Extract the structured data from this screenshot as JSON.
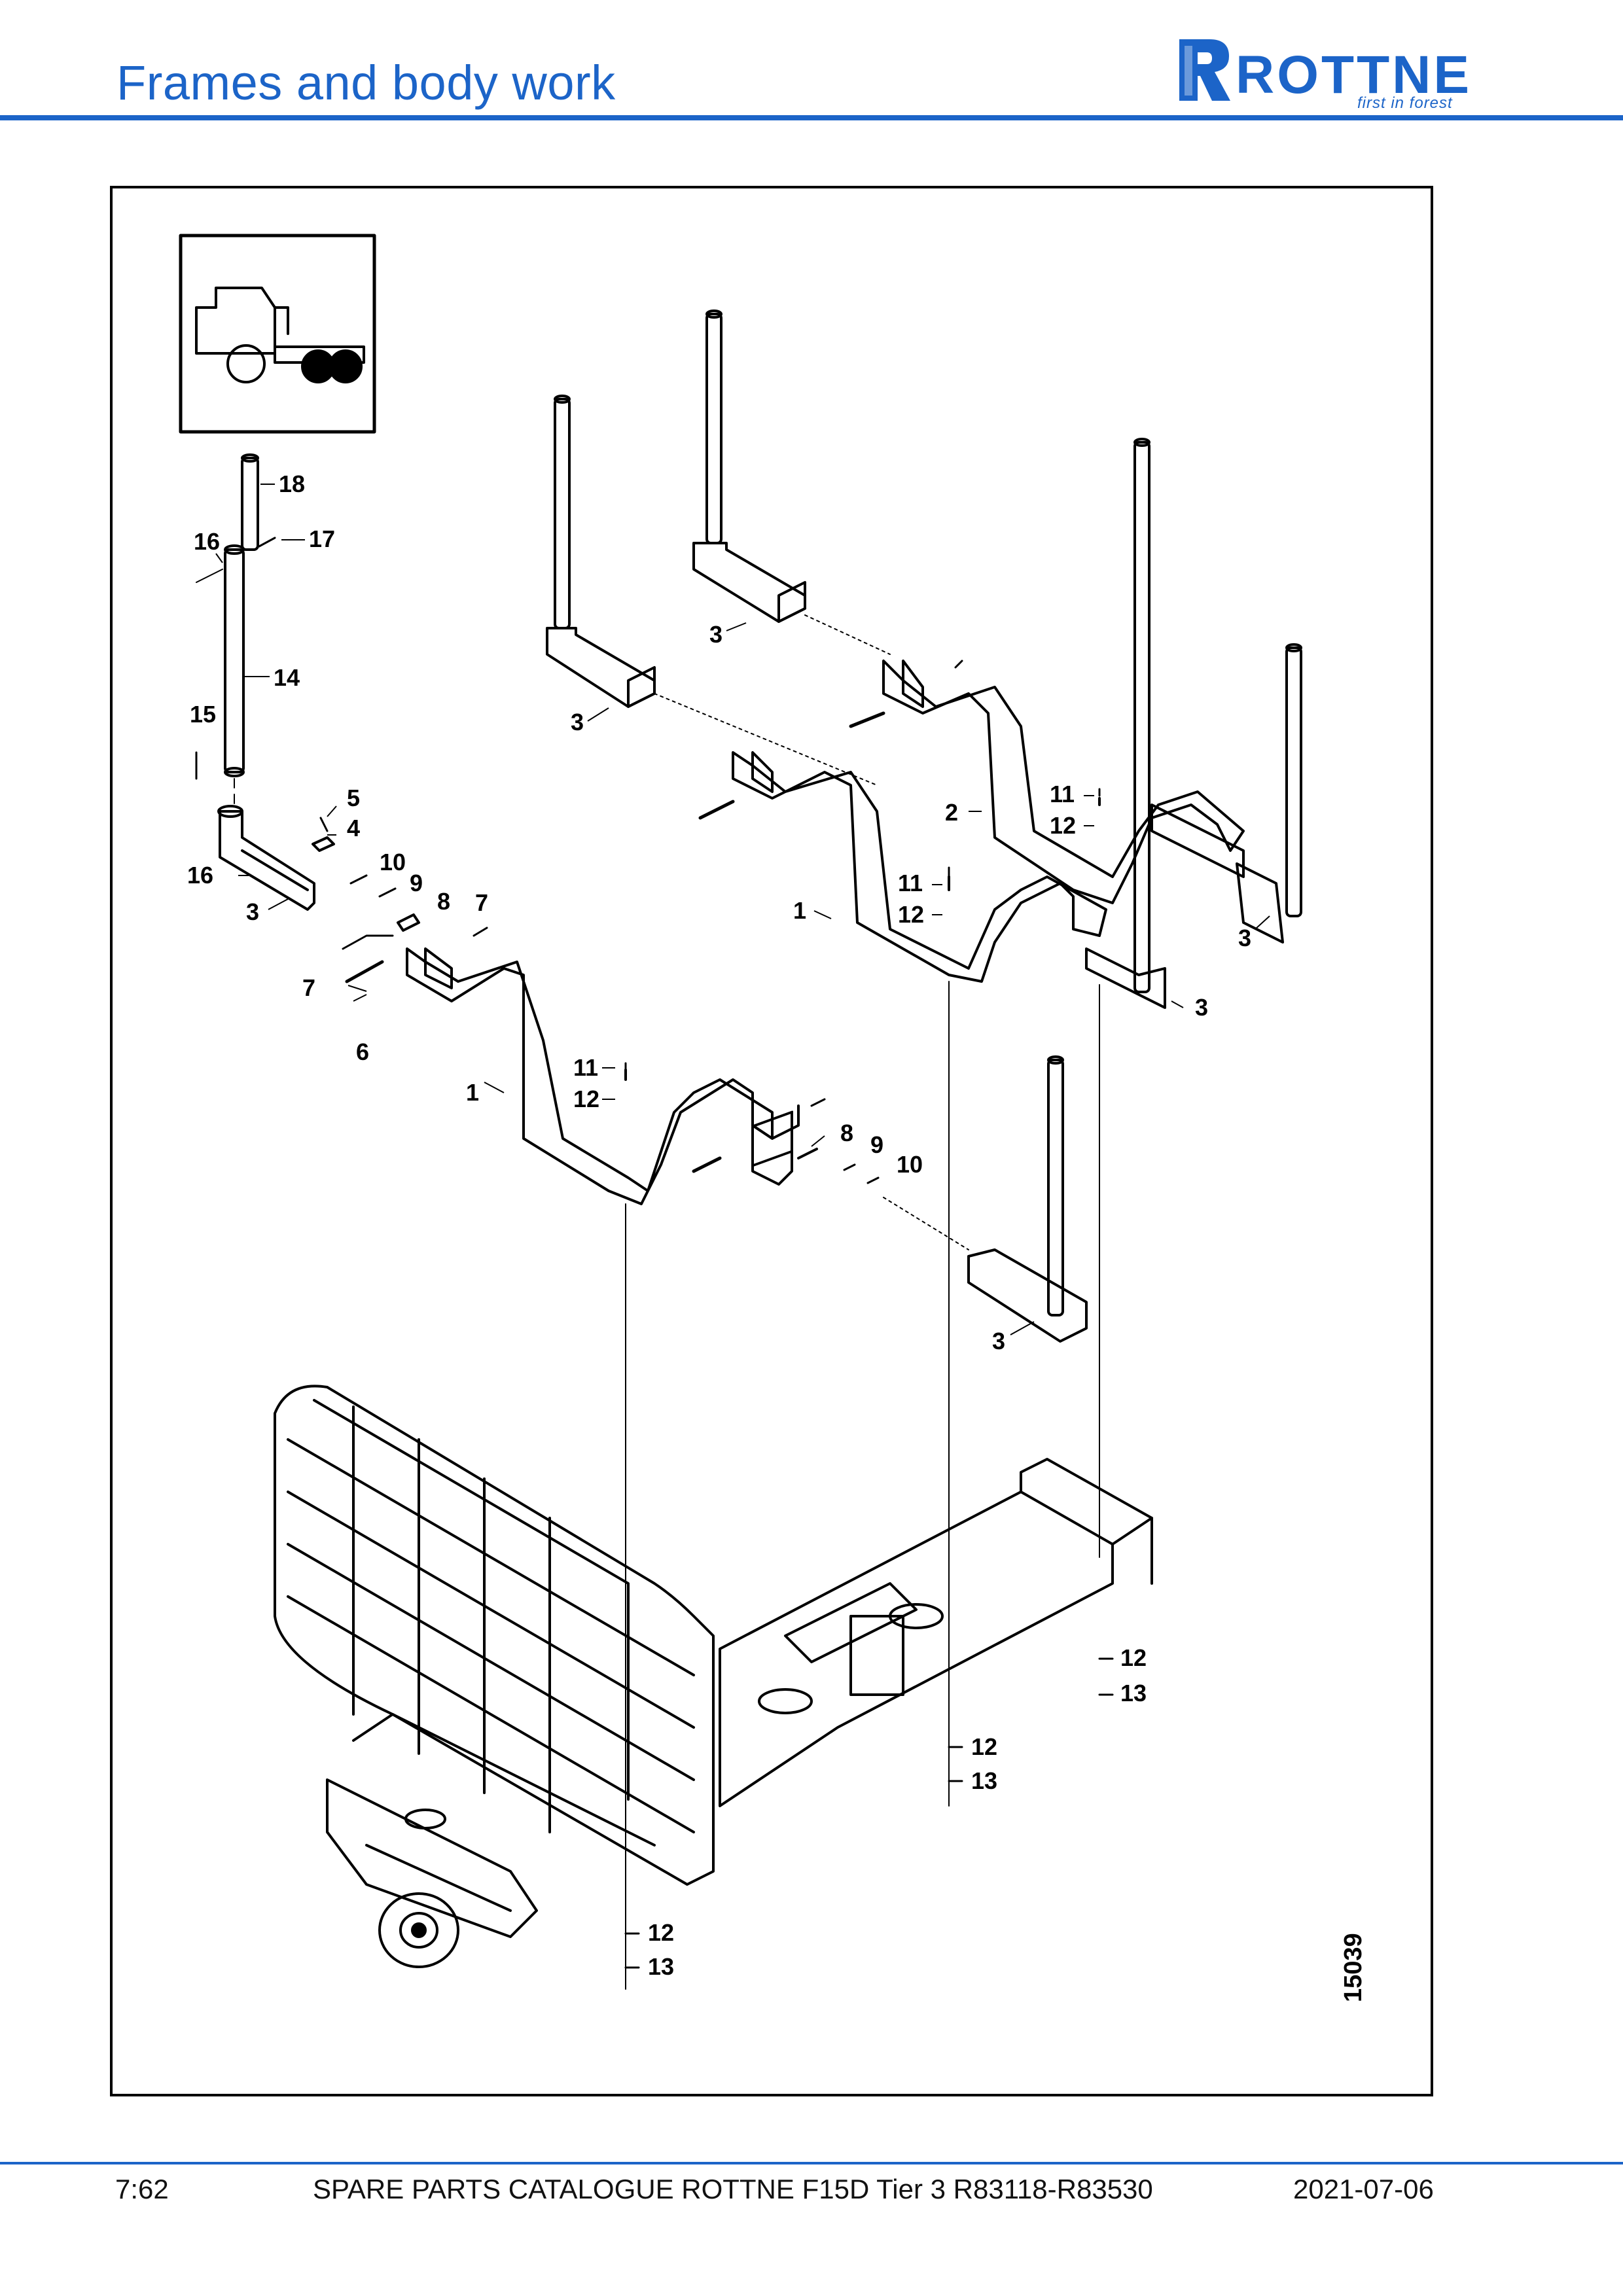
{
  "header": {
    "title": "Frames and body work"
  },
  "logo": {
    "wordmark": "ROTTNE",
    "tagline": "first in forest",
    "color": "#1c64c8"
  },
  "diagram": {
    "figure_number": "15039",
    "callouts": {
      "c18": "18",
      "c17": "17",
      "c16a": "16",
      "c14": "14",
      "c15": "15",
      "c16b": "16",
      "c5": "5",
      "c4": "4",
      "c3a": "3",
      "c10a": "10",
      "c9a": "9",
      "c8a": "8",
      "c7a": "7",
      "c7b": "7",
      "c6": "6",
      "c3b": "3",
      "c3c": "3",
      "c2": "2",
      "c11a": "11",
      "c12a": "12",
      "c11b": "11",
      "c12b": "12",
      "c1a": "1",
      "c3d": "3",
      "c3e": "3",
      "c1b": "1",
      "c11c": "11",
      "c12c": "12",
      "c8b": "8",
      "c9b": "9",
      "c10b": "10",
      "c3f": "3",
      "c12d": "12",
      "c13a": "13",
      "c12e": "12",
      "c13b": "13",
      "c12f": "12",
      "c13c": "13"
    }
  },
  "footer": {
    "page": "7:62",
    "title": "SPARE PARTS CATALOGUE ROTTNE F15D Tier 3 R83118-R83530",
    "date": "2021-07-06"
  }
}
